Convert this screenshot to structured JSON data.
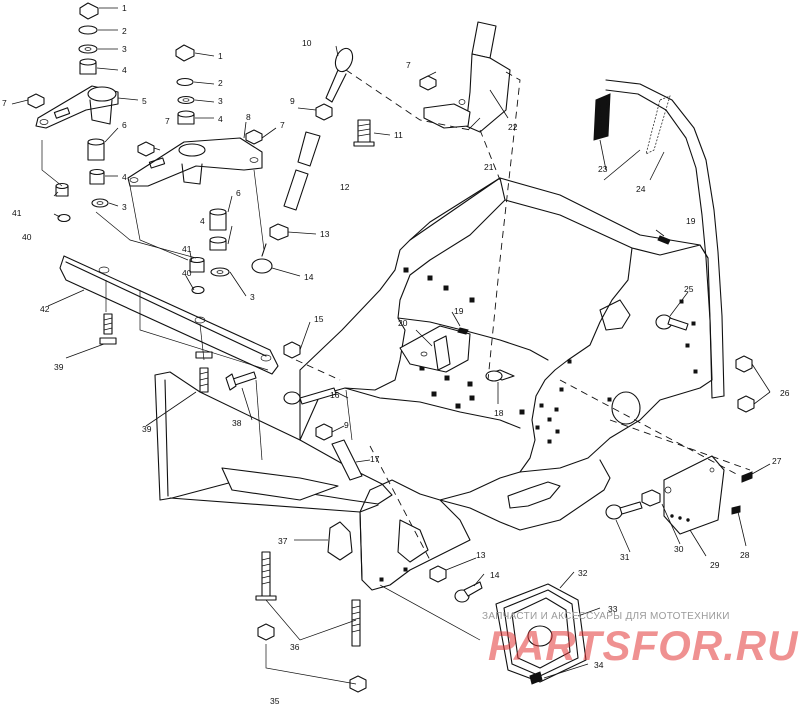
{
  "callouts": [
    "1",
    "2",
    "3",
    "4",
    "5",
    "6",
    "7",
    "8",
    "9",
    "10",
    "11",
    "12",
    "13",
    "14",
    "15",
    "16",
    "17",
    "18",
    "19",
    "20",
    "21",
    "22",
    "23",
    "24",
    "25",
    "26",
    "27",
    "28",
    "29",
    "30",
    "31",
    "32",
    "33",
    "34",
    "35",
    "36",
    "37",
    "38",
    "39",
    "40",
    "41",
    "42"
  ],
  "watermark": {
    "text": "ЗАПЧАСТИ И АКСЕССУАРЫ ДЛЯ МОТОТЕХНИКИ",
    "logo": "PARTSFOR.RU"
  }
}
